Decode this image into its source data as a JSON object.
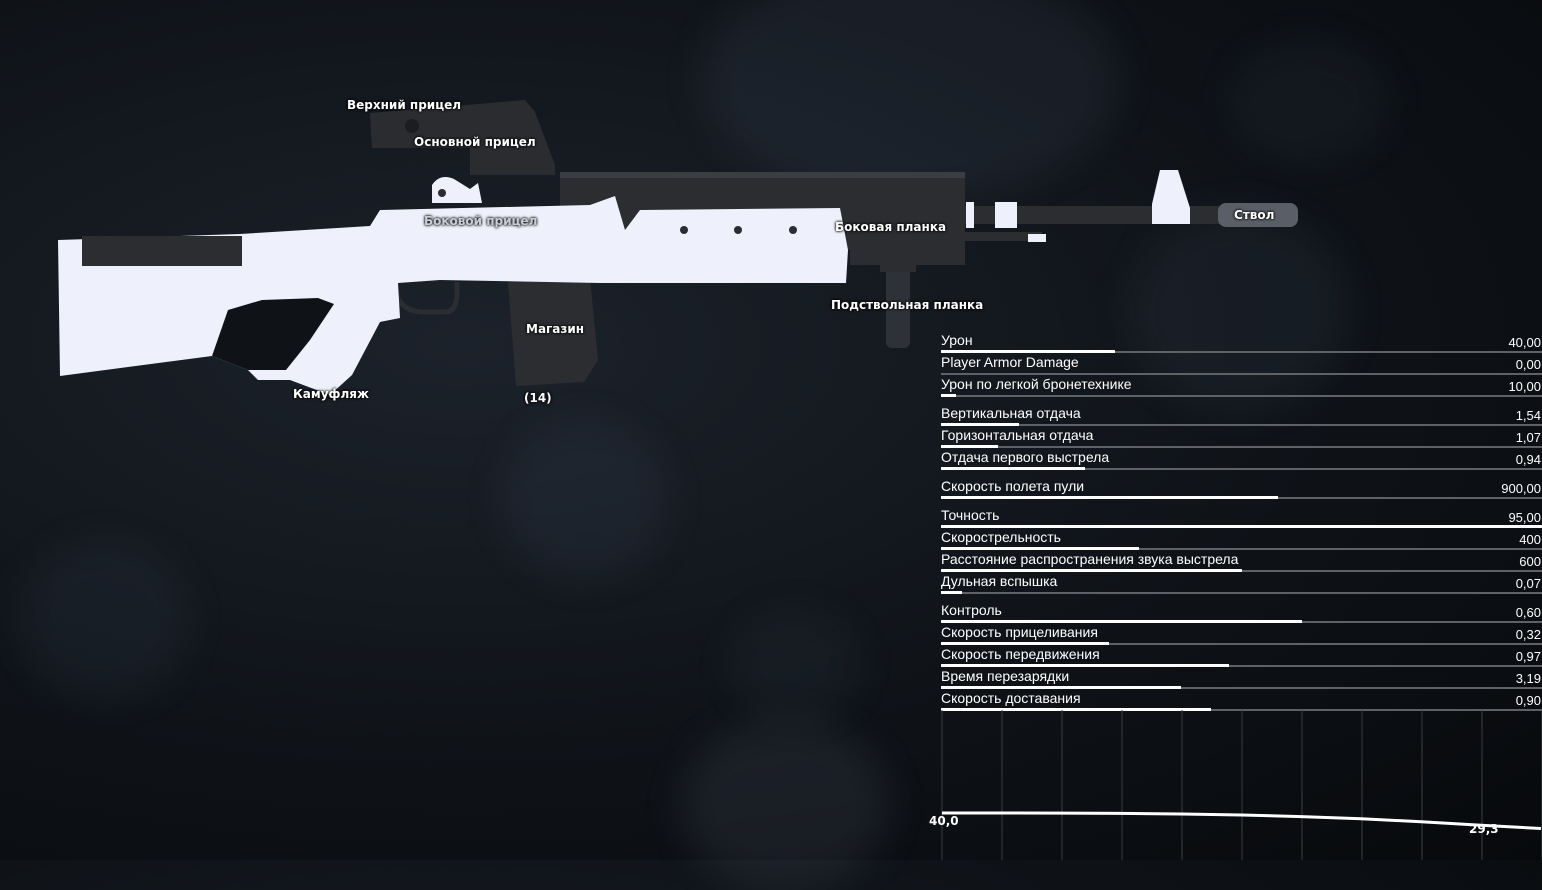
{
  "colors": {
    "accent": "#ffffff",
    "track": "#5e6166",
    "weapon_body": "#eef1fb",
    "weapon_dark": "#2b2d31"
  },
  "weapon": {
    "attachments": {
      "top_sight": "Верхний прицел",
      "main_sight": "Основной прицел",
      "side_sight": "Боковой прицел",
      "side_rail": "Боковая планка",
      "barrel": "Ствол",
      "under_rail": "Подствольная планка",
      "magazine": "Магазин",
      "magazine_count": "(14)",
      "camo": "Камуфляж"
    }
  },
  "stats": {
    "groups": [
      [
        {
          "name": "Урон",
          "value": "40,00",
          "level": 0.29
        },
        {
          "name": "Player Armor Damage",
          "value": "0,00",
          "level": 0.0
        },
        {
          "name": "Урон по легкой бронетехнике",
          "value": "10,00",
          "level": 0.025
        }
      ],
      [
        {
          "name": "Вертикальная отдача",
          "value": "1,54",
          "level": 0.13
        },
        {
          "name": "Горизонтальная отдача",
          "value": "1,07",
          "level": 0.095
        },
        {
          "name": "Отдача первого выстрела",
          "value": "0,94",
          "level": 0.24
        }
      ],
      [
        {
          "name": "Скорость полета пули",
          "value": "900,00",
          "level": 0.56
        }
      ],
      [
        {
          "name": "Точность",
          "value": "95,00",
          "level": 1.0
        },
        {
          "name": "Скорострельность",
          "value": "400",
          "level": 0.33
        },
        {
          "name": "Расстояние распространения звука выстрела",
          "value": "600",
          "level": 0.5
        },
        {
          "name": "Дульная вспышка",
          "value": "0,07",
          "level": 0.035
        }
      ],
      [
        {
          "name": "Контроль",
          "value": "0,60",
          "level": 0.6
        },
        {
          "name": "Скорость прицеливания",
          "value": "0,32",
          "level": 0.28
        },
        {
          "name": "Скорость передвижения",
          "value": "0,97",
          "level": 0.48
        },
        {
          "name": "Время перезарядки",
          "value": "3,19",
          "level": 0.4
        },
        {
          "name": "Скорость доставания",
          "value": "0,90",
          "level": 0.45
        }
      ]
    ]
  },
  "damage_graph": {
    "start_label": "40,0",
    "end_label": "29,3",
    "curve": [
      40.0,
      40.0,
      39.9,
      39.7,
      39.3,
      38.6,
      37.5,
      36.0,
      34.0,
      31.5,
      29.3
    ]
  }
}
